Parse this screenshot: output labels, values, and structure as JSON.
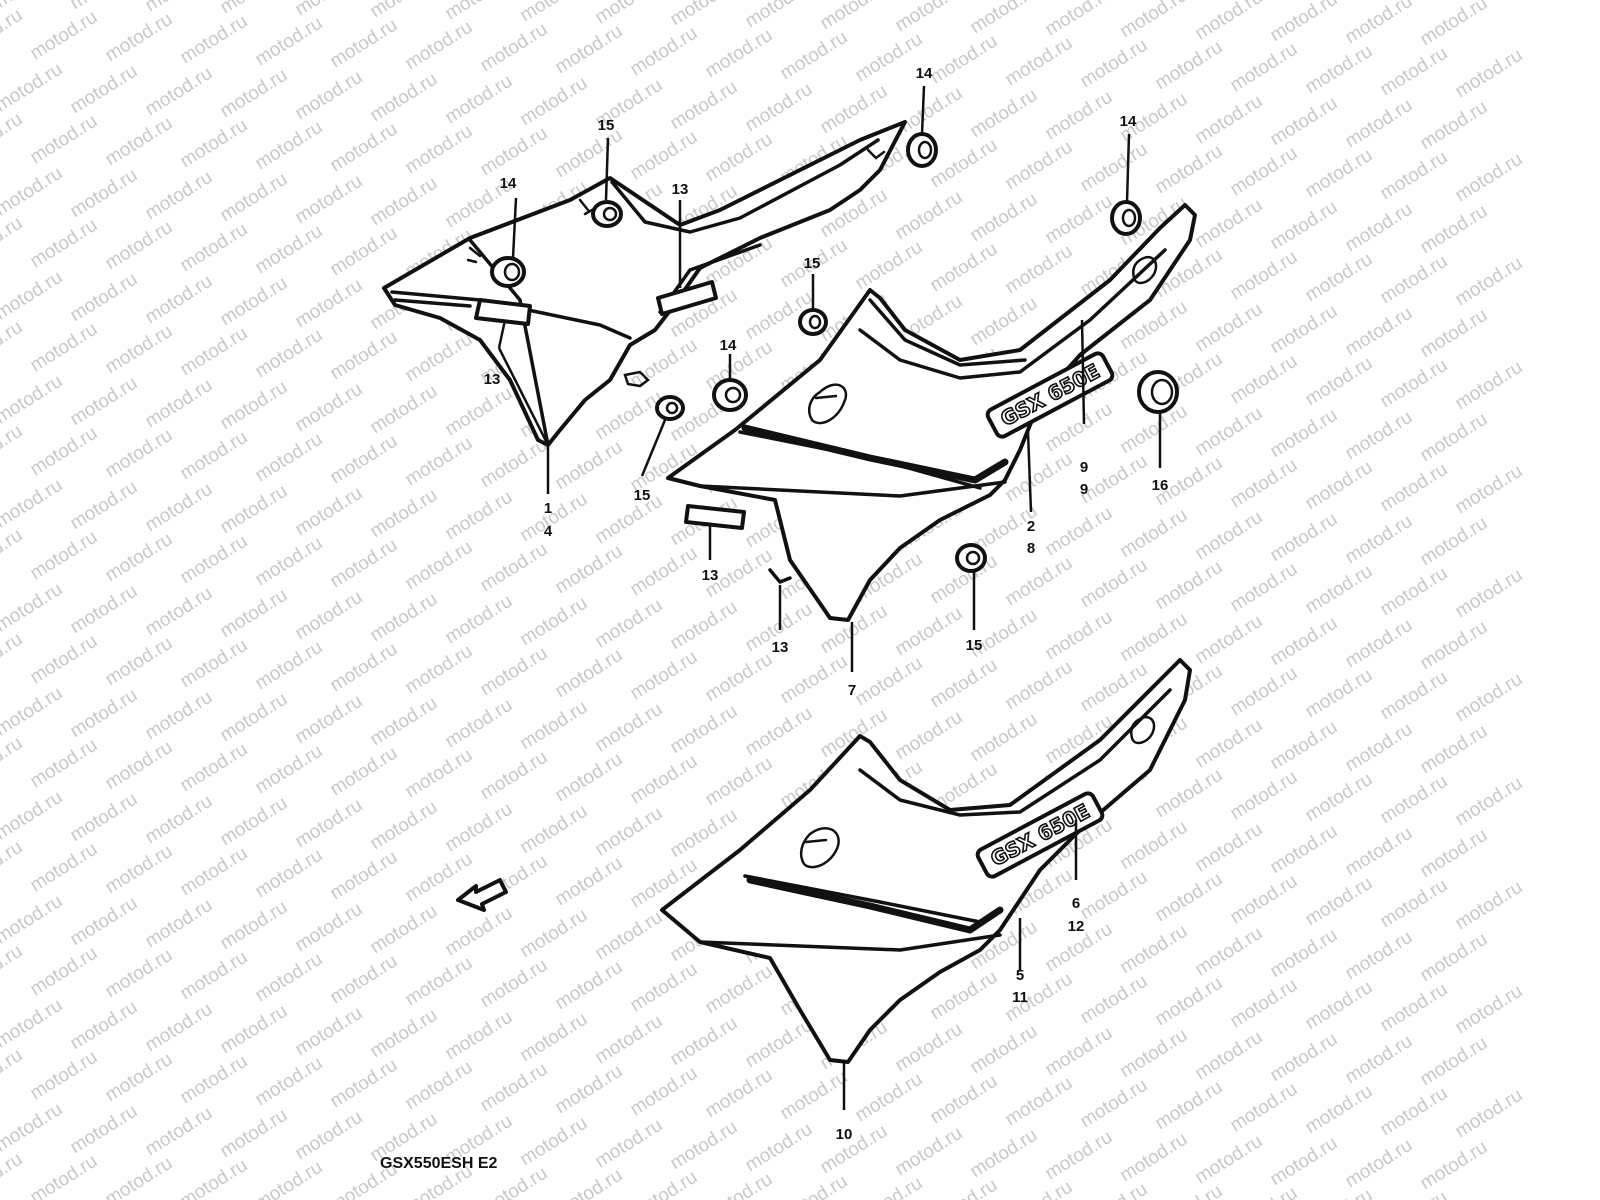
{
  "diagram": {
    "model_code": "GSX550ESH E2",
    "watermark": "motod.ru",
    "emblem_text": "GSX 650E",
    "callouts": [
      {
        "id": "c1",
        "label": "1"
      },
      {
        "id": "c2",
        "label": "2"
      },
      {
        "id": "c3",
        "label": "4"
      },
      {
        "id": "c4",
        "label": "5"
      },
      {
        "id": "c5",
        "label": "6"
      },
      {
        "id": "c6",
        "label": "7"
      },
      {
        "id": "c7",
        "label": "8"
      },
      {
        "id": "c8",
        "label": "9"
      },
      {
        "id": "c9",
        "label": "9"
      },
      {
        "id": "c10",
        "label": "10"
      },
      {
        "id": "c11",
        "label": "11"
      },
      {
        "id": "c12",
        "label": "12"
      },
      {
        "id": "c13",
        "label": "13"
      },
      {
        "id": "c14",
        "label": "13"
      },
      {
        "id": "c15",
        "label": "13"
      },
      {
        "id": "c16",
        "label": "13"
      },
      {
        "id": "c17",
        "label": "14"
      },
      {
        "id": "c18",
        "label": "14"
      },
      {
        "id": "c19",
        "label": "14"
      },
      {
        "id": "c20",
        "label": "14"
      },
      {
        "id": "c21",
        "label": "15"
      },
      {
        "id": "c22",
        "label": "15"
      },
      {
        "id": "c23",
        "label": "15"
      },
      {
        "id": "c24",
        "label": "15"
      },
      {
        "id": "c25",
        "label": "16"
      }
    ]
  }
}
